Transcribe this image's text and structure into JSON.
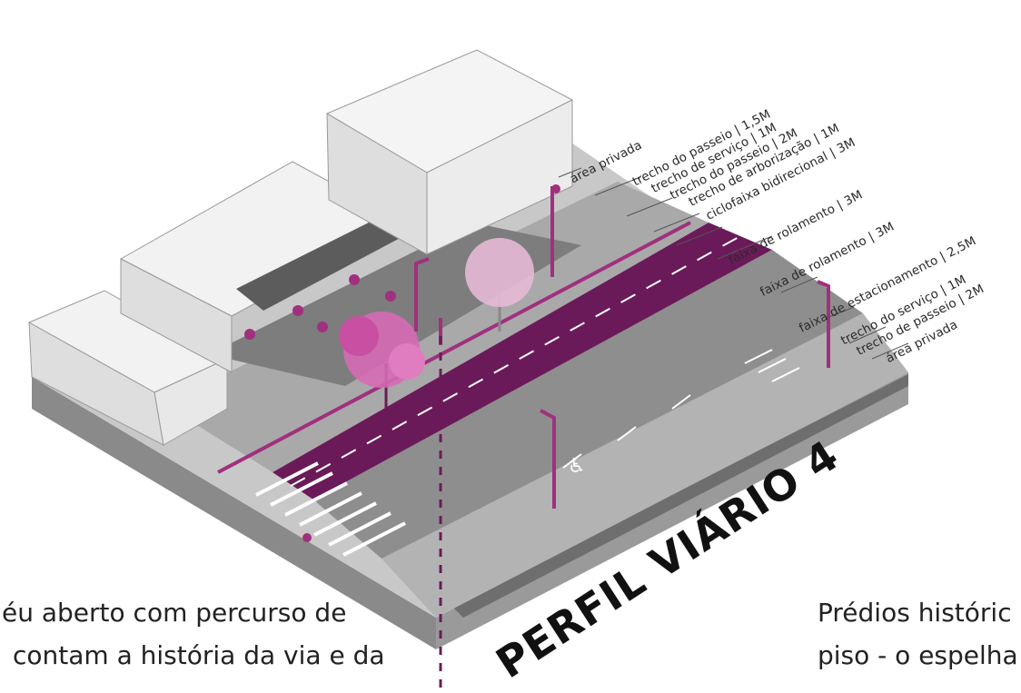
{
  "title": "PERFIL VIÁRIO 4",
  "colors": {
    "accent": "#a0307e",
    "bike_lane": "#6b1a59",
    "road": "#8d8d8d",
    "sidewalk": "#b0b0b0",
    "building": "#eaeaea"
  },
  "labels": [
    {
      "name": "area-privada-top",
      "text": "área privada"
    },
    {
      "name": "trecho-passeio-1-5m",
      "text": "trecho do passeio  | 1,5M"
    },
    {
      "name": "trecho-servico-1m-top",
      "text": "trecho de serviço  | 1M"
    },
    {
      "name": "trecho-passeio-2m-top",
      "text": "trecho do passeio  | 2M"
    },
    {
      "name": "trecho-arborizacao-1m",
      "text": "trecho de arborização  | 1M"
    },
    {
      "name": "ciclofaixa-bidirecional-3m",
      "text": "ciclofaixa bidirecional  | 3M"
    },
    {
      "name": "faixa-rolamento-3m-a",
      "text": "faixa de rolamento  | 3M"
    },
    {
      "name": "faixa-rolamento-3m-b",
      "text": "faixa de rolamento  | 3M"
    },
    {
      "name": "faixa-estacionamento",
      "text": "faixa de estacionamento  | 2,5M"
    },
    {
      "name": "trecho-servico-1m-bottom",
      "text": "trecho do serviço  | 1M"
    },
    {
      "name": "trecho-passeio-2m-bottom",
      "text": "trecho de passeio  | 2M"
    },
    {
      "name": "area-privada-bottom",
      "text": "área privada"
    }
  ],
  "left_text": [
    "éu aberto com percurso de",
    "contam a história da via e da"
  ],
  "right_text": [
    "Prédios históric",
    "piso - o espelha"
  ]
}
